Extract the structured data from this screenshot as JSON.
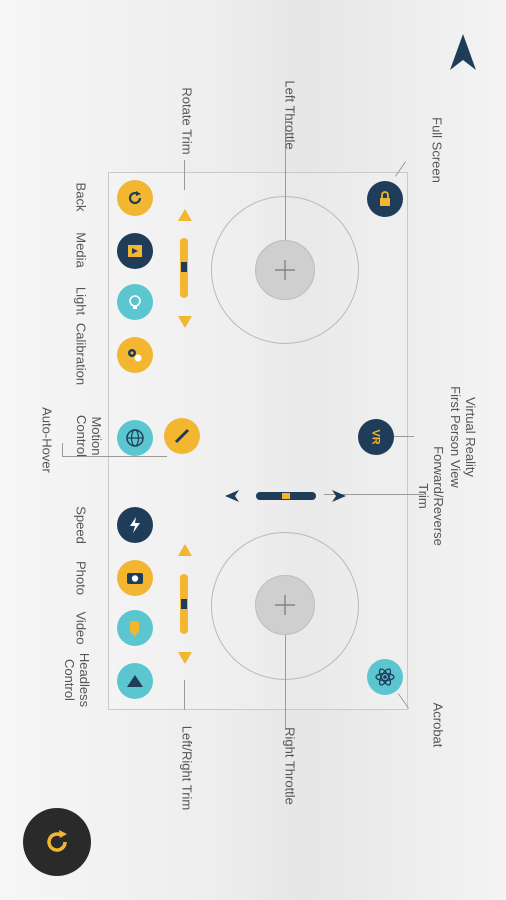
{
  "labels": {
    "full_screen": "Full Screen",
    "left_throttle": "Left Throttle",
    "rotate_trim": "Rotate Trim",
    "back": "Back",
    "media": "Media",
    "light": "Light",
    "calibration": "Calibration",
    "motion_control": [
      "Motion",
      "Control"
    ],
    "auto_hover": "Auto-Hover",
    "vr": [
      "Virtual Reality",
      "First Person View"
    ],
    "forward_reverse_trim": [
      "Forward/Reverse",
      "Trim"
    ],
    "speed": "Speed",
    "photo": "Photo",
    "video": "Video",
    "headless_control": [
      "Headless",
      "Control"
    ],
    "left_right_trim": "Left/Right Trim",
    "right_throttle": "Right Throttle",
    "acrobat": "Acrobat",
    "vr_badge": "VR"
  },
  "colors": {
    "teal": "#5cc6d0",
    "navy": "#1f3c59",
    "yellow": "#f2b630",
    "dark": "#2a2a2a"
  },
  "icons": {
    "back": "refresh-arrow-icon",
    "media": "media-gallery-icon",
    "light": "lightbulb-icon",
    "calibration": "gears-icon",
    "motion_control": "globe-icon",
    "auto_hover": "pen-icon",
    "speed": "lightning-icon",
    "photo": "camera-icon",
    "video": "video-camera-icon",
    "headless_control": "mountain-icon",
    "full_screen": "lock-icon",
    "acrobat": "atom-icon",
    "reset": "refresh-icon",
    "nav": "navigation-arrow-icon"
  }
}
